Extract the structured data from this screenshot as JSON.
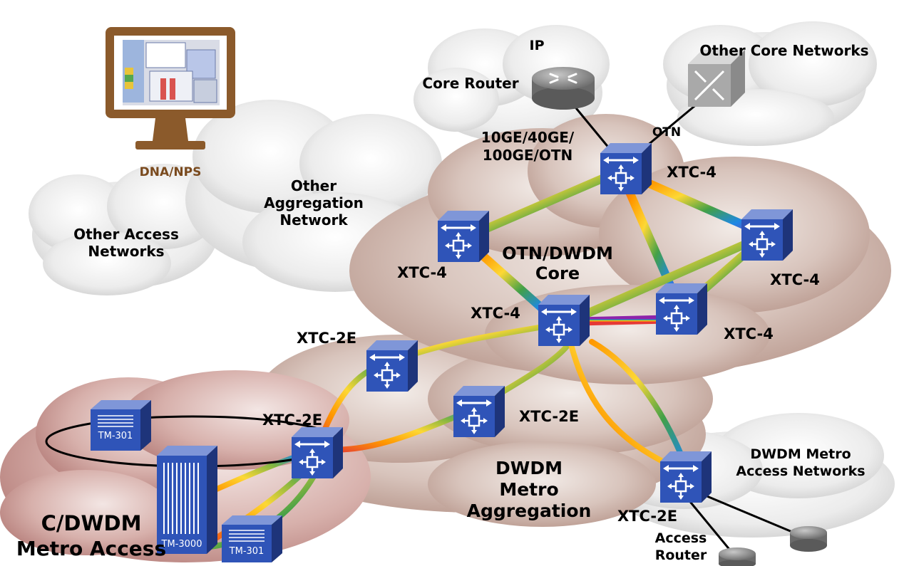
{
  "labels": {
    "dna_nps": "DNA/NPS",
    "ip": "IP",
    "core_router": "Core Router",
    "other_core": "Other Core Networks",
    "otn_link": "OTN",
    "uplink_1": "10GE/40GE/",
    "uplink_2": "100GE/OTN",
    "other_agg_1": "Other",
    "other_agg_2": "Aggregation",
    "other_agg_3": "Network",
    "other_access_1": "Other Access",
    "other_access_2": "Networks",
    "core_1": "OTN/DWDM",
    "core_2": "Core",
    "xtc4_top": "XTC-4",
    "xtc4_left": "XTC-4",
    "xtc4_right": "XTC-4",
    "xtc4_center": "XTC-4",
    "xtc4_lowright": "XTC-4",
    "xtc2e_upper": "XTC-2E",
    "xtc2e_left": "XTC-2E",
    "xtc2e_mid": "XTC-2E",
    "xtc2e_right": "XTC-2E",
    "metro_agg_1": "DWDM",
    "metro_agg_2": "Metro",
    "metro_agg_3": "Aggregation",
    "metro_access_net_1": "DWDM Metro",
    "metro_access_net_2": "Access Networks",
    "cdwdm_1": "C/DWDM",
    "cdwdm_2": "Metro Access",
    "access_router_1": "Access",
    "access_router_2": "Router",
    "tm301_top": "TM-301",
    "tm3000": "TM-3000",
    "tm301_bottom": "TM-301"
  },
  "colors": {
    "node_blue": "#2f54b8",
    "dna_label": "#7a4a1e",
    "monitor_frame": "#8b5a2b"
  },
  "icons": [
    "monitor-icon",
    "core-router-icon",
    "otn-switch-icon",
    "xtc-switch-icon",
    "tm-shelf-icon",
    "access-router-icon",
    "cloud-icon"
  ]
}
